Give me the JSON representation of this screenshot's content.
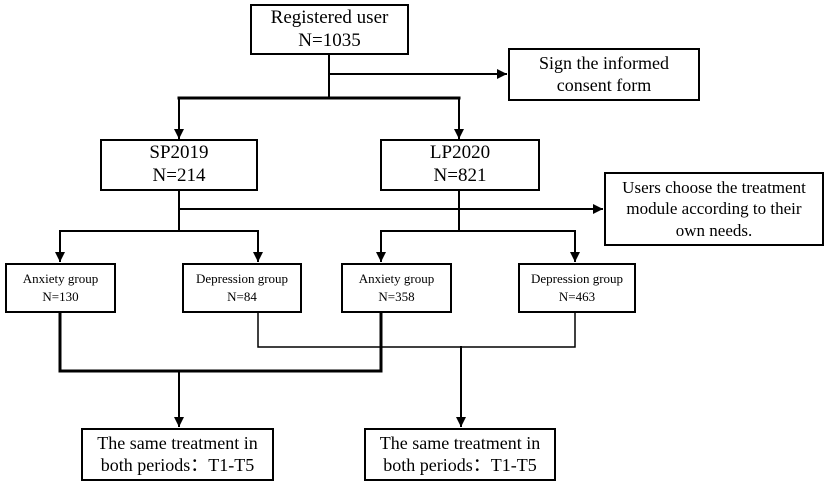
{
  "root": {
    "title": "Registered user",
    "count": "N=1035"
  },
  "consent_note": {
    "line1": "Sign the informed",
    "line2": "consent form"
  },
  "periods": [
    {
      "title": "SP2019",
      "count": "N=214"
    },
    {
      "title": "LP2020",
      "count": "N=821"
    }
  ],
  "module_note": {
    "line1": "Users choose the treatment",
    "line2": "module according to their",
    "line3": "own needs."
  },
  "groups": [
    {
      "title": "Anxiety group",
      "count": "N=130"
    },
    {
      "title": "Depression group",
      "count": "N=84"
    },
    {
      "title": "Anxiety group",
      "count": "N=358"
    },
    {
      "title": "Depression group",
      "count": "N=463"
    }
  ],
  "outcomes": [
    {
      "line1": "The same treatment in",
      "line2": "both periods：T1-T5"
    },
    {
      "line1": "The same treatment in",
      "line2": "both periods：T1-T5"
    }
  ]
}
